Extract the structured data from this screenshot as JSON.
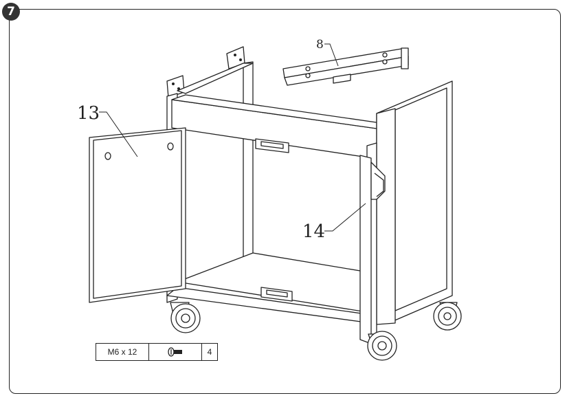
{
  "step": {
    "number": "7"
  },
  "callouts": {
    "door_left": "13",
    "door_right": "14",
    "brace": "8"
  },
  "hardware": [
    {
      "size": "M6 x 12",
      "icon": "bolt-icon",
      "quantity": "4"
    }
  ],
  "colors": {
    "line": "#222222",
    "badge": "#333333",
    "background": "#ffffff"
  }
}
